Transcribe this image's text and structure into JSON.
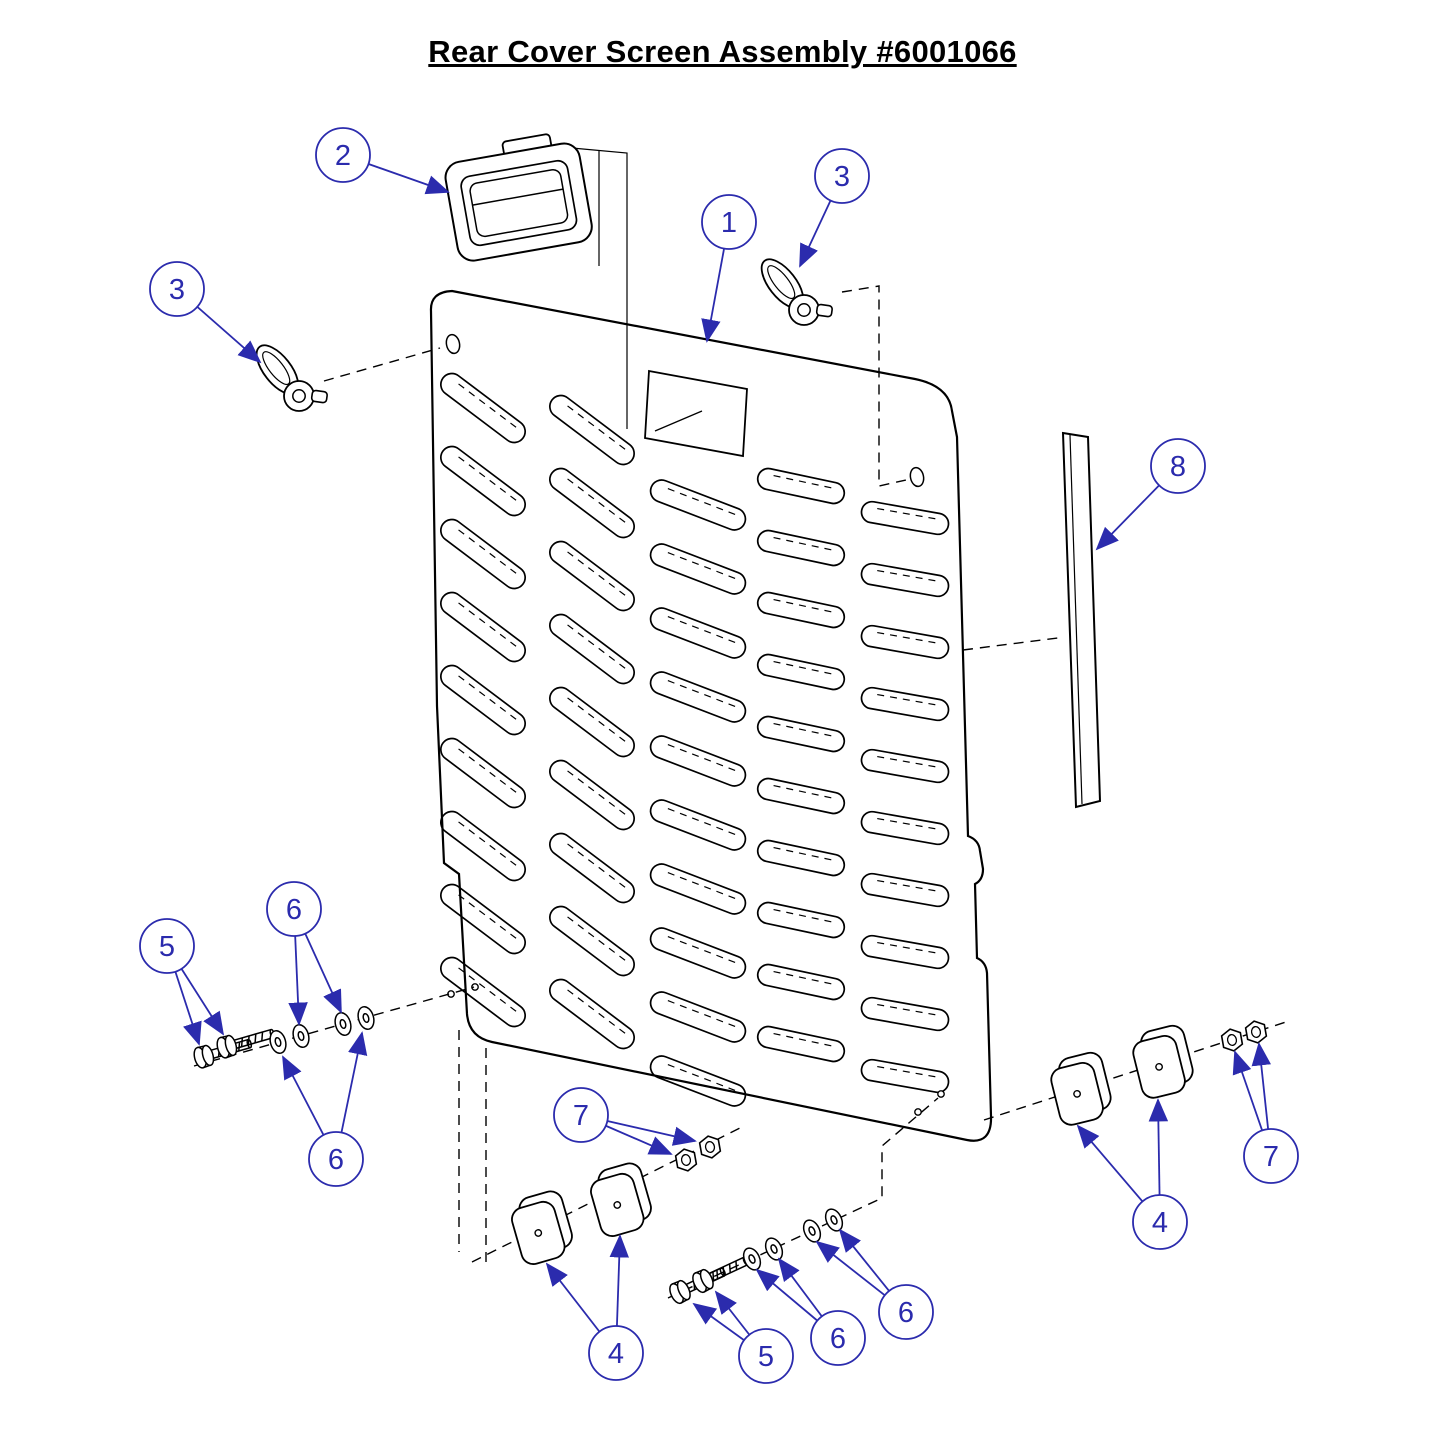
{
  "title": "Rear Cover Screen Assembly #6001066",
  "colors": {
    "callout_blue": "#2b2bad",
    "line_black": "#000000",
    "background": "#ffffff"
  },
  "callouts": [
    {
      "id": "callout-2-handle-pocket",
      "label": "2"
    },
    {
      "id": "callout-3-left-latch",
      "label": "3"
    },
    {
      "id": "callout-1-rear-cover-panel",
      "label": "1"
    },
    {
      "id": "callout-3-right-latch",
      "label": "3"
    },
    {
      "id": "callout-8-seal-strip",
      "label": "8"
    },
    {
      "id": "callout-5-left-screws",
      "label": "5"
    },
    {
      "id": "callout-6-left-washers-upper",
      "label": "6"
    },
    {
      "id": "callout-6-left-washers-lower",
      "label": "6"
    },
    {
      "id": "callout-7-middle-nuts",
      "label": "7"
    },
    {
      "id": "callout-4-middle-pads",
      "label": "4"
    },
    {
      "id": "callout-5-middle-screws",
      "label": "5"
    },
    {
      "id": "callout-6-middle-washers-left",
      "label": "6"
    },
    {
      "id": "callout-6-middle-washers-right",
      "label": "6"
    },
    {
      "id": "callout-4-right-pads",
      "label": "4"
    },
    {
      "id": "callout-7-right-nuts",
      "label": "7"
    }
  ]
}
